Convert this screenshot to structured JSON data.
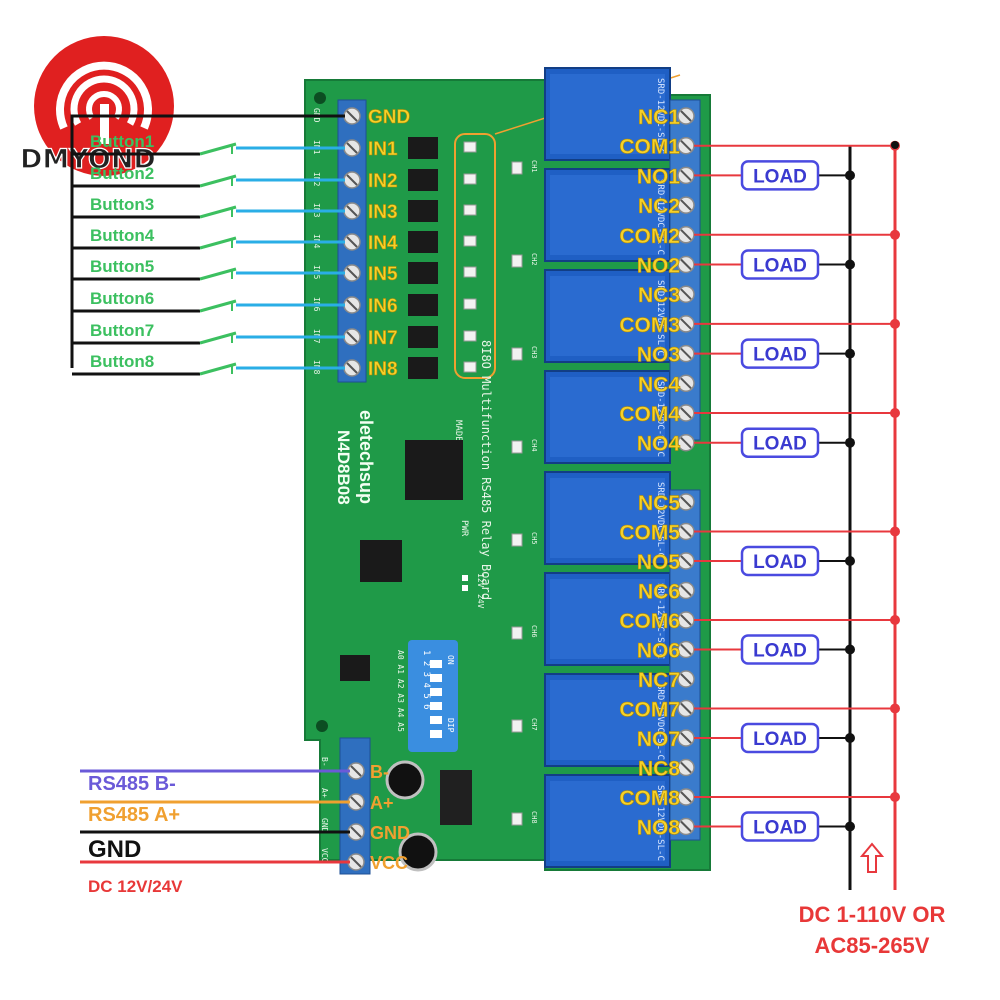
{
  "brand": {
    "name": "DMYOND",
    "logo": "signal-logo",
    "color": "#e02020"
  },
  "board": {
    "maker": "eletechsup",
    "model": "N4D8B08",
    "description": "8I8O Multifunction RS485 Relay Board",
    "origin": "MADE IN CHINA",
    "jumper_labels": [
      "12V",
      "24V"
    ],
    "dip_label": "DIP",
    "dip_on": "ON",
    "dip_numbers": [
      "1",
      "2",
      "3",
      "4",
      "5",
      "6"
    ],
    "dip_addr_labels": "A0 A1 A2 A3 A4 A5",
    "pwr_label": "PWR",
    "relay_text": "SRD-12VDC-SL-C"
  },
  "inputs": {
    "terminal_labels": [
      "GND",
      "IN1",
      "IN2",
      "IN3",
      "IN4",
      "IN5",
      "IN6",
      "IN7",
      "IN8"
    ],
    "buttons": [
      "Button1",
      "Button2",
      "Button3",
      "Button4",
      "Button5",
      "Button6",
      "Button7",
      "Button8"
    ],
    "silk_labels": [
      "GND",
      "IN1",
      "IN2",
      "IN3",
      "IN4",
      "IN5",
      "IN6",
      "IN7",
      "IN8"
    ]
  },
  "relays": {
    "terminal_labels": [
      "NC1",
      "COM1",
      "NO1",
      "NC2",
      "COM2",
      "NO2",
      "NC3",
      "COM3",
      "NO3",
      "NC4",
      "COM4",
      "NO4",
      "NC5",
      "COM5",
      "NO5",
      "NC6",
      "COM6",
      "NO6",
      "NC7",
      "COM7",
      "NO7",
      "NC8",
      "COM8",
      "NO8"
    ],
    "load_label": "LOAD",
    "led_labels": [
      "CH1",
      "CH2",
      "CH3",
      "CH4",
      "CH5",
      "CH6",
      "CH7",
      "CH8"
    ]
  },
  "power": {
    "terminal_labels": [
      "B-",
      "A+",
      "GND",
      "VCC"
    ],
    "wire_labels": [
      "RS485 B-",
      "RS485 A+",
      "GND",
      "DC 12V/24V"
    ]
  },
  "supply": {
    "line1": "DC 1-110V OR",
    "line2": "AC85-265V"
  },
  "colors": {
    "board": "#1f9a48",
    "terminal": "#2f6fbf",
    "relay": "#1f5fc4",
    "label_yellow": "#f6d12a",
    "label_orange": "#f0a030",
    "button_green": "#3cc060",
    "wire_blue": "#2aaee6",
    "wire_red": "#e8383e",
    "load_border": "#4a4ae0",
    "rs485_b": "#6a5ad8",
    "rs485_a": "#f0a030",
    "dc_label": "#e83838"
  }
}
